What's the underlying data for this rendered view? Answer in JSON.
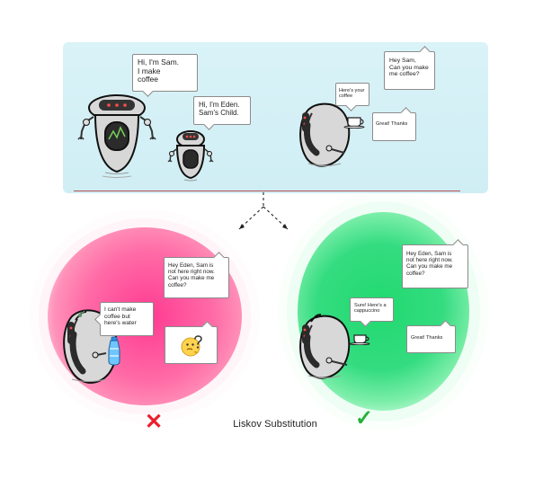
{
  "scene": {
    "caption": "Liskov Substitution"
  },
  "speech": {
    "sam_intro": "Hi, I'm Sam.\nI make\ncoffee",
    "eden_intro": "Hi, I'm Eden.\nSam's Child.",
    "ask_sam": "Hey Sam,\nCan you make\nme coffee?",
    "here_coffee": "Here's your\ncoffee",
    "great_top": "Great! Thanks",
    "ask_eden_left": "Hey Eden, Sam is\nnot here right now.\nCan you make me\ncoffee?",
    "cant_make": "I can't make\ncoffee but\nhere's water",
    "ask_eden_right": "Hey Eden, Sam is\nnot here right now.\nCan you make me\ncoffee?",
    "sure_cappuccino": "Sure! Here's a\ncappuccino",
    "great_right": "Great! Thanks"
  },
  "icons": {
    "cross": "cross-icon",
    "check": "check-icon",
    "water": "water-bottle-icon",
    "coffee": "coffee-cup-icon",
    "thinking": "thinking-face-icon"
  },
  "colors": {
    "divider": "#b65353",
    "cross": "#ea1f2c",
    "check": "#24b137",
    "pink_blob": "#ff5ea0",
    "green_blob": "#2bd974",
    "top_panel": "#d6f2f7"
  }
}
